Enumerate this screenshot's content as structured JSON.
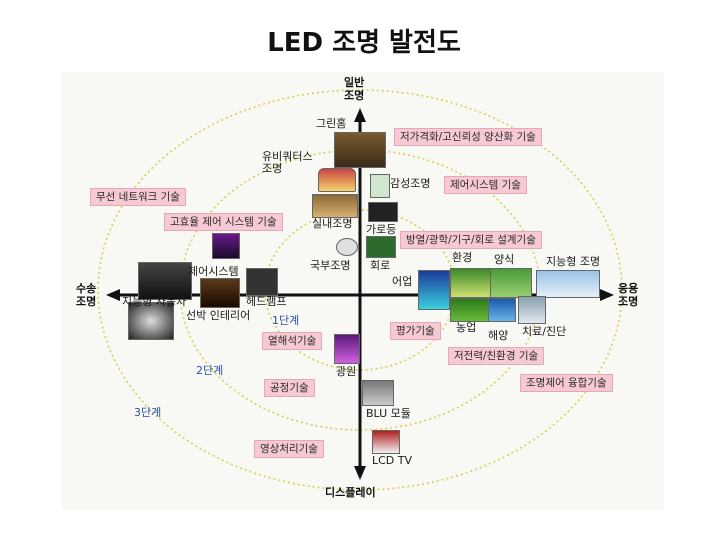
{
  "title": "LED 조명 발전도",
  "axes": {
    "top": [
      "일반",
      "조명"
    ],
    "bottom": "디스플레이",
    "left": [
      "수송",
      "조명"
    ],
    "right": [
      "응용",
      "조명"
    ]
  },
  "stages": [
    "1단계",
    "2단계",
    "3단계"
  ],
  "tech_labels": [
    "저가격화/고신뢰성 양산화 기술",
    "제어시스템 기술",
    "무선 네트워크 기술",
    "고효율 제어 시스템 기술",
    "방열/광학/기구/회로 설계기술",
    "평가기술",
    "열해석기술",
    "저전력/친환경 기술",
    "조명제어 융합기술",
    "공정기술",
    "영상처리기술"
  ],
  "app_labels": {
    "green_home": "그린홈",
    "ubiquitous": [
      "유비쿼터스",
      "조명"
    ],
    "emotional": "감성조명",
    "indoor": "실내조명",
    "street": "가로등",
    "sign": "국부조명",
    "circuit": "회로",
    "control_system": "제어시스템",
    "intelligent_car": "지능형 자동차",
    "headlamp": "헤드램프",
    "ship_interior": "선박 인테리어",
    "fishery": "어업",
    "environment": "환경",
    "aquaculture": "양식",
    "intelligent_light": "지능형 조명",
    "agriculture": "농업",
    "ocean": "해양",
    "medical": "치료/진단",
    "park": "광원",
    "blu": "BLU 모듈",
    "lcd": "LCD TV"
  }
}
